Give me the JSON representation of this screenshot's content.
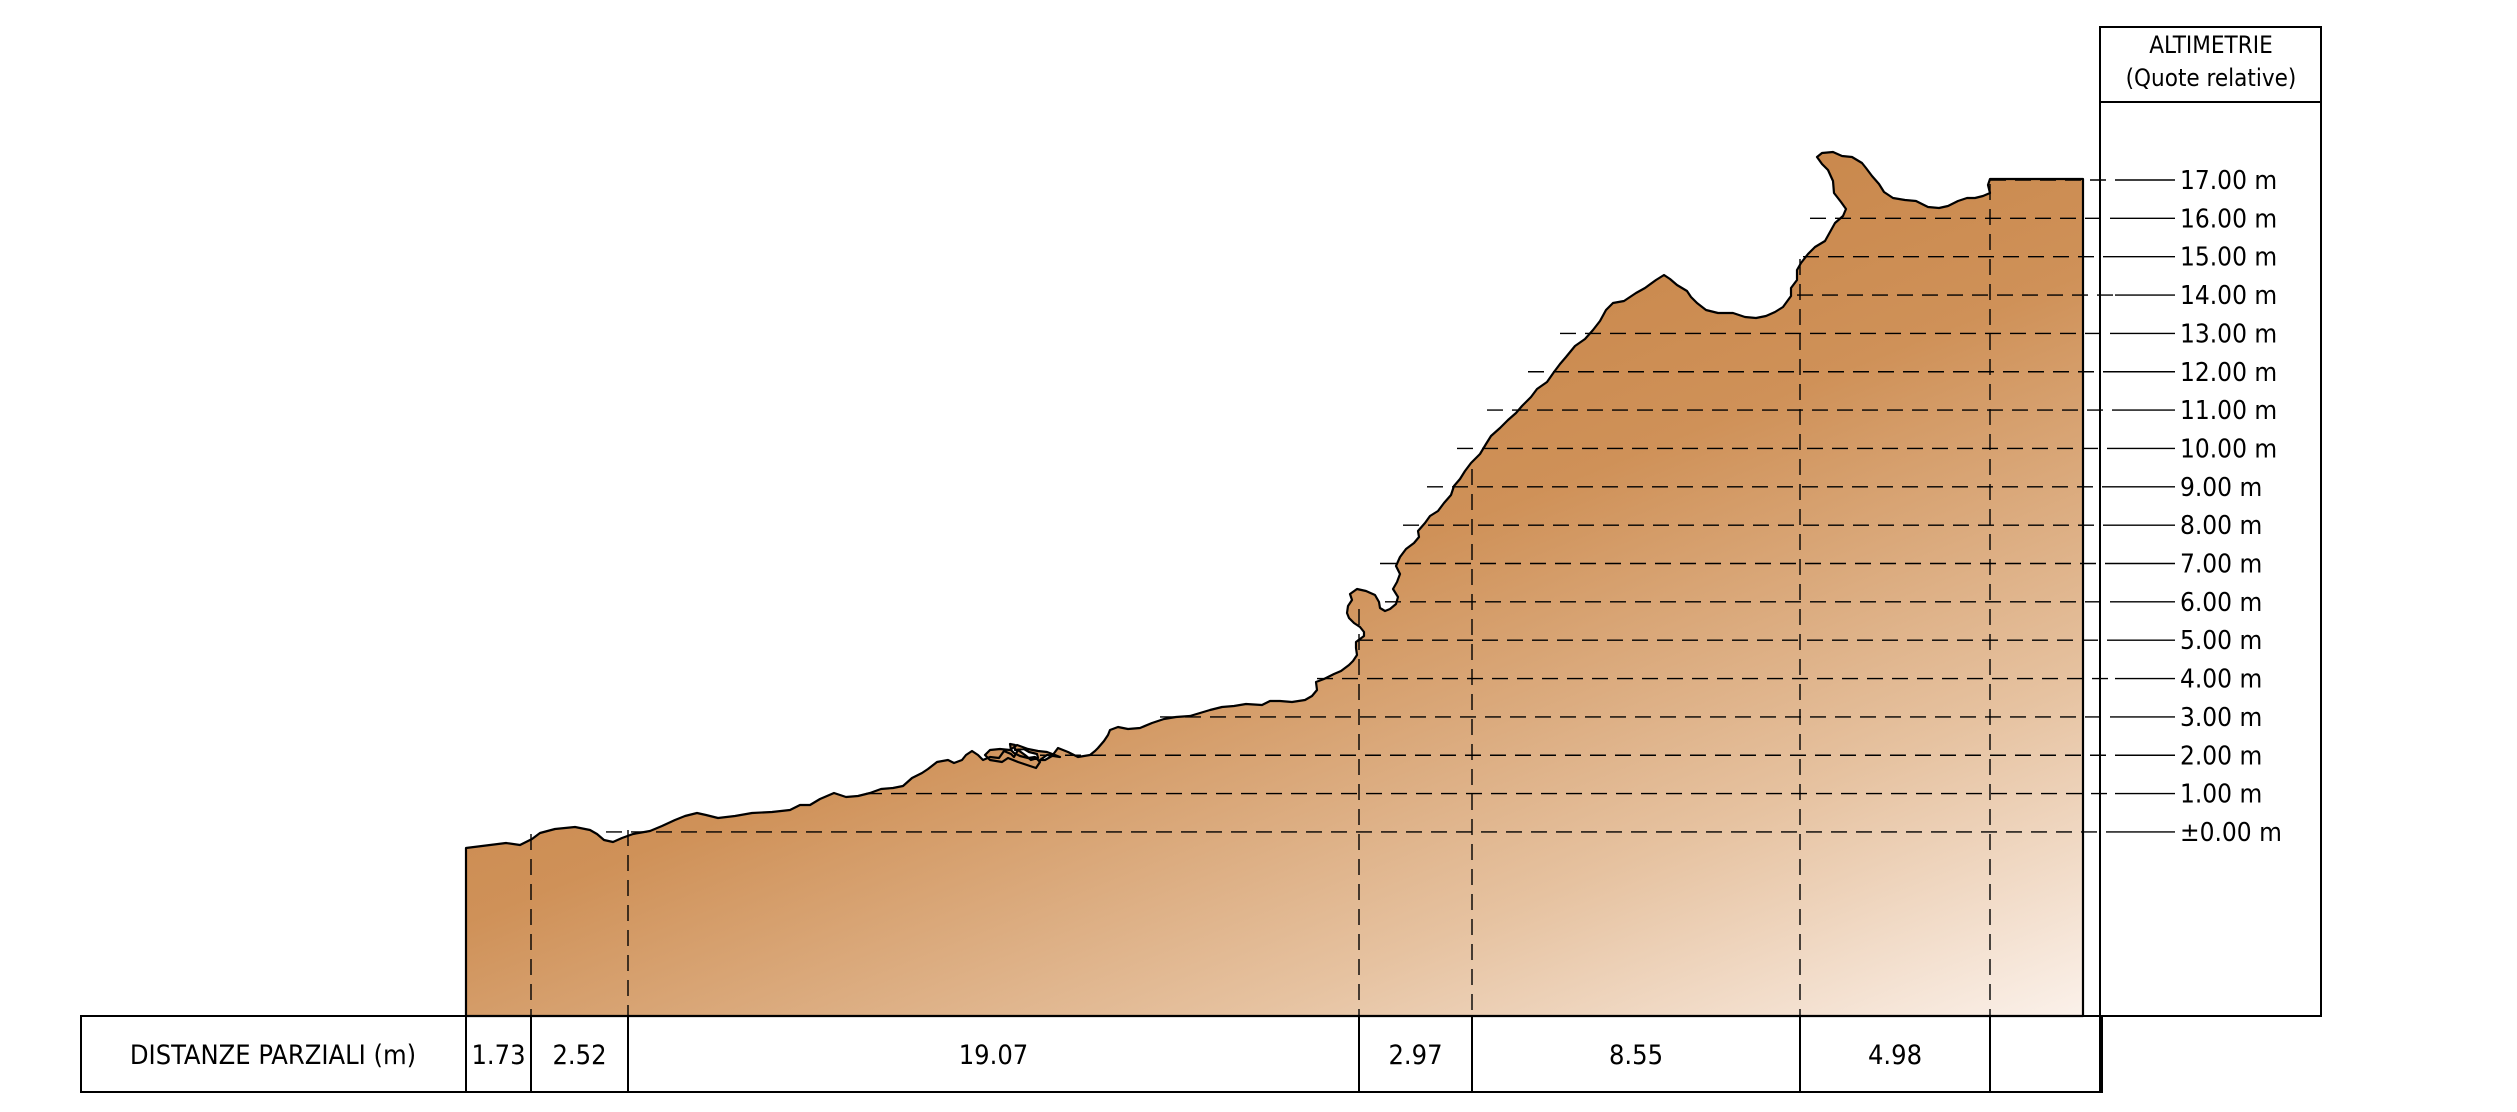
{
  "altimetry_header": {
    "line1": "ALTIMETRIE",
    "line2": "(Quote relative)"
  },
  "levels": [
    "17.00  m",
    "16.00  m",
    "15.00  m",
    "14.00  m",
    "13.00  m",
    "12.00  m",
    "11.00  m",
    "10.00  m",
    "9.00  m",
    "8.00  m",
    "7.00  m",
    "6.00  m",
    "5.00  m",
    "4.00  m",
    "3.00  m",
    "2.00  m",
    "1.00  m",
    "±0.00  m"
  ],
  "distances": {
    "label": "DISTANZE  PARZIALI  (m)",
    "values": [
      "1.73",
      "2.52",
      "19.07",
      "2.97",
      "8.55",
      "4.98",
      ""
    ]
  },
  "colors": {
    "rock_dark": "#c07a3a",
    "rock_mid": "#d39a63",
    "rock_light": "#fbf1ea",
    "outline": "#000000"
  }
}
